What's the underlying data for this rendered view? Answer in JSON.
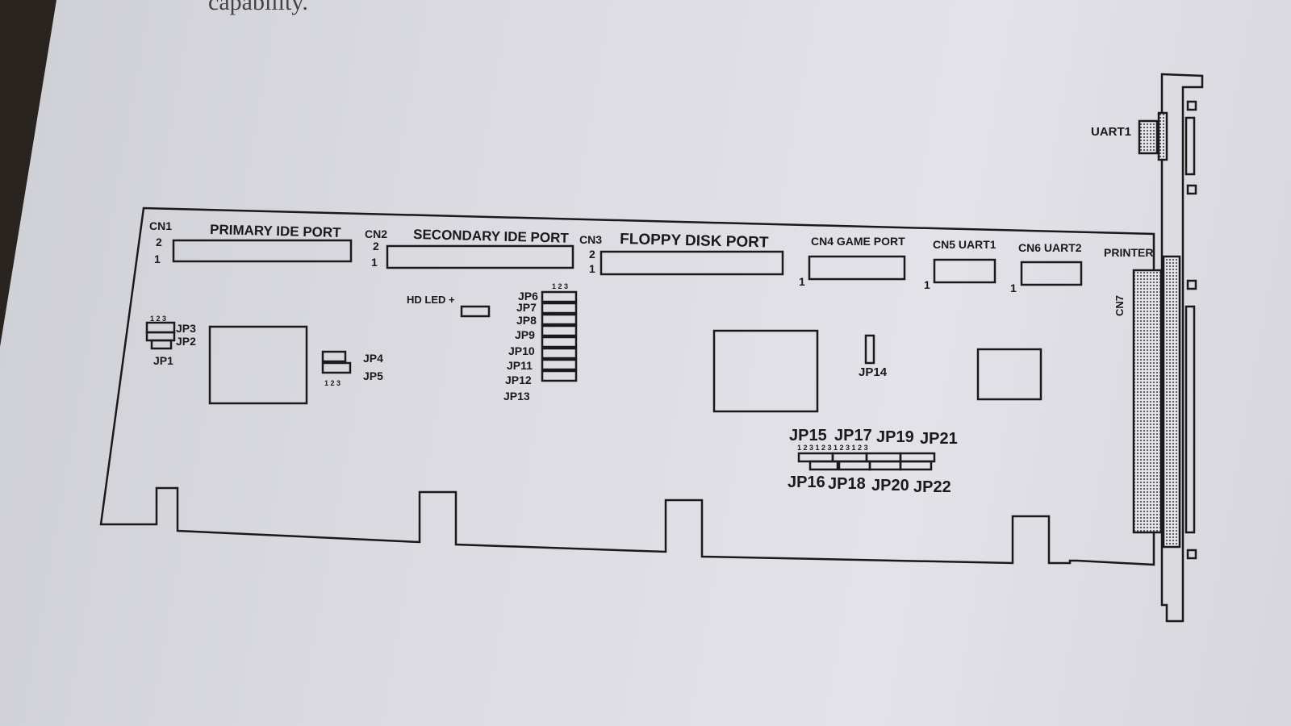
{
  "page_text": "capability.",
  "labels": {
    "cn1": "CN1",
    "pin2_a": "2",
    "pin1_a": "1",
    "primary_ide": "PRIMARY IDE PORT",
    "cn2": "CN2",
    "pin2_b": "2",
    "pin1_b": "1",
    "secondary_ide": "SECONDARY IDE PORT",
    "cn3": "CN3",
    "pin2_c": "2",
    "pin1_c": "1",
    "floppy": "FLOPPY DISK PORT",
    "cn4": "CN4 GAME PORT",
    "pin1_d": "1",
    "cn5": "CN5 UART1",
    "pin1_e": "1",
    "cn6": "CN6 UART2",
    "pin1_f": "1",
    "printer": "PRINTER",
    "cn7": "CN7",
    "uart1": "UART1",
    "hd_led": "HD LED +",
    "jp1": "JP1",
    "jp2": "JP2",
    "jp3": "JP3",
    "jp4": "JP4",
    "jp5": "JP5",
    "jp6": "JP6",
    "jp7": "JP7",
    "jp8": "JP8",
    "jp9": "JP9",
    "jp10": "JP10",
    "jp11": "JP11",
    "jp12": "JP12",
    "jp13": "JP13",
    "jp14": "JP14",
    "jp15": "JP15",
    "jp17": "JP17",
    "jp19": "JP19",
    "jp21": "JP21",
    "jp16": "JP16",
    "jp18": "JP18",
    "jp20": "JP20",
    "jp22": "JP22",
    "pins_123_a": "1 2 3",
    "pins_123_b": "1 2 3",
    "pins_123_c": "1 2 3",
    "pins_123_d": "1 2 3 1 2 3 1 2 3 1 2 3"
  }
}
